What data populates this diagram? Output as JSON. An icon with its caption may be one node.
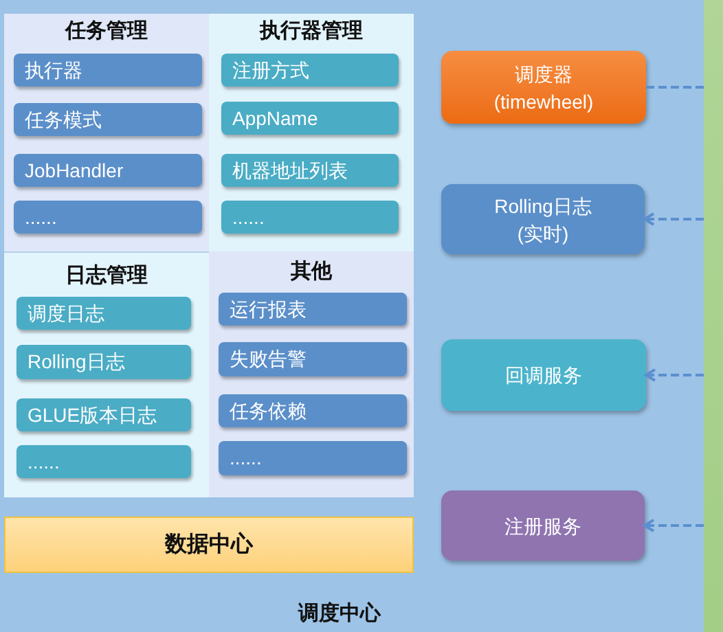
{
  "diagram": {
    "nodes": [
      {
        "text": [
          "调度中心"
        ]
      },
      {
        "text": [
          "任务管理"
        ],
        "in": 0
      },
      {
        "text": [
          "执行器"
        ],
        "in": 1
      },
      {
        "text": [
          "任务模式"
        ],
        "in": 1
      },
      {
        "text": [
          "JobHandler"
        ],
        "in": 1
      },
      {
        "text": [
          "......"
        ],
        "in": 1
      },
      {
        "text": [
          "执行器管理"
        ],
        "in": 0
      },
      {
        "text": [
          "注册方式"
        ],
        "in": 6
      },
      {
        "text": [
          "AppName"
        ],
        "in": 6
      },
      {
        "text": [
          "机器地址列表"
        ],
        "in": 6
      },
      {
        "text": [
          "......"
        ],
        "in": 6
      },
      {
        "text": [
          "日志管理"
        ],
        "in": 0
      },
      {
        "text": [
          "调度日志"
        ],
        "in": 11
      },
      {
        "text": [
          "Rolling日志"
        ],
        "in": 11
      },
      {
        "text": [
          "GLUE版本日志"
        ],
        "in": 11
      },
      {
        "text": [
          "......"
        ],
        "in": 11
      },
      {
        "text": [
          "其他"
        ],
        "in": 0
      },
      {
        "text": [
          "运行报表"
        ],
        "in": 16
      },
      {
        "text": [
          "失败告警"
        ],
        "in": 16
      },
      {
        "text": [
          "任务依赖"
        ],
        "in": 16
      },
      {
        "text": [
          "......"
        ],
        "in": 16
      },
      {
        "text": [
          "数据中心"
        ],
        "in": 0
      },
      {
        "text": [
          "调度器 (timewheel)"
        ],
        "in": 0
      },
      {
        "text": [
          "Rolling日志 (实时)"
        ],
        "in": 0
      },
      {
        "text": [
          "回调服务"
        ],
        "in": 0
      },
      {
        "text": [
          "注册服务"
        ],
        "in": 0
      },
      {
        "text": [],
        "shape": "bar"
      }
    ],
    "edges": [
      {
        "from": 22,
        "to": 26,
        "arrow": "none",
        "style": "dashed"
      },
      {
        "from": 26,
        "to": 23,
        "arrow": "to",
        "style": "dashed"
      },
      {
        "from": 26,
        "to": 24,
        "arrow": "to",
        "style": "dashed"
      },
      {
        "from": 26,
        "to": 25,
        "arrow": "to",
        "style": "dashed"
      }
    ]
  }
}
